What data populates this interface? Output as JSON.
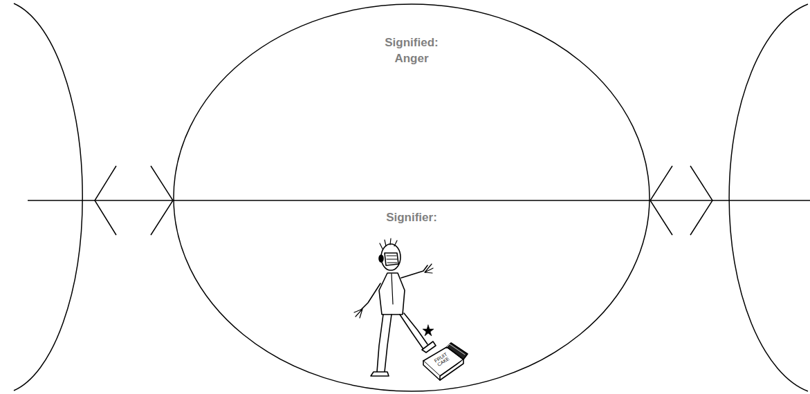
{
  "diagram": {
    "nodes": [
      {
        "text": [
          "Signified: Anger",
          "Signifier:"
        ]
      }
    ],
    "labels": [
      "FRUIT CAKE"
    ]
  }
}
